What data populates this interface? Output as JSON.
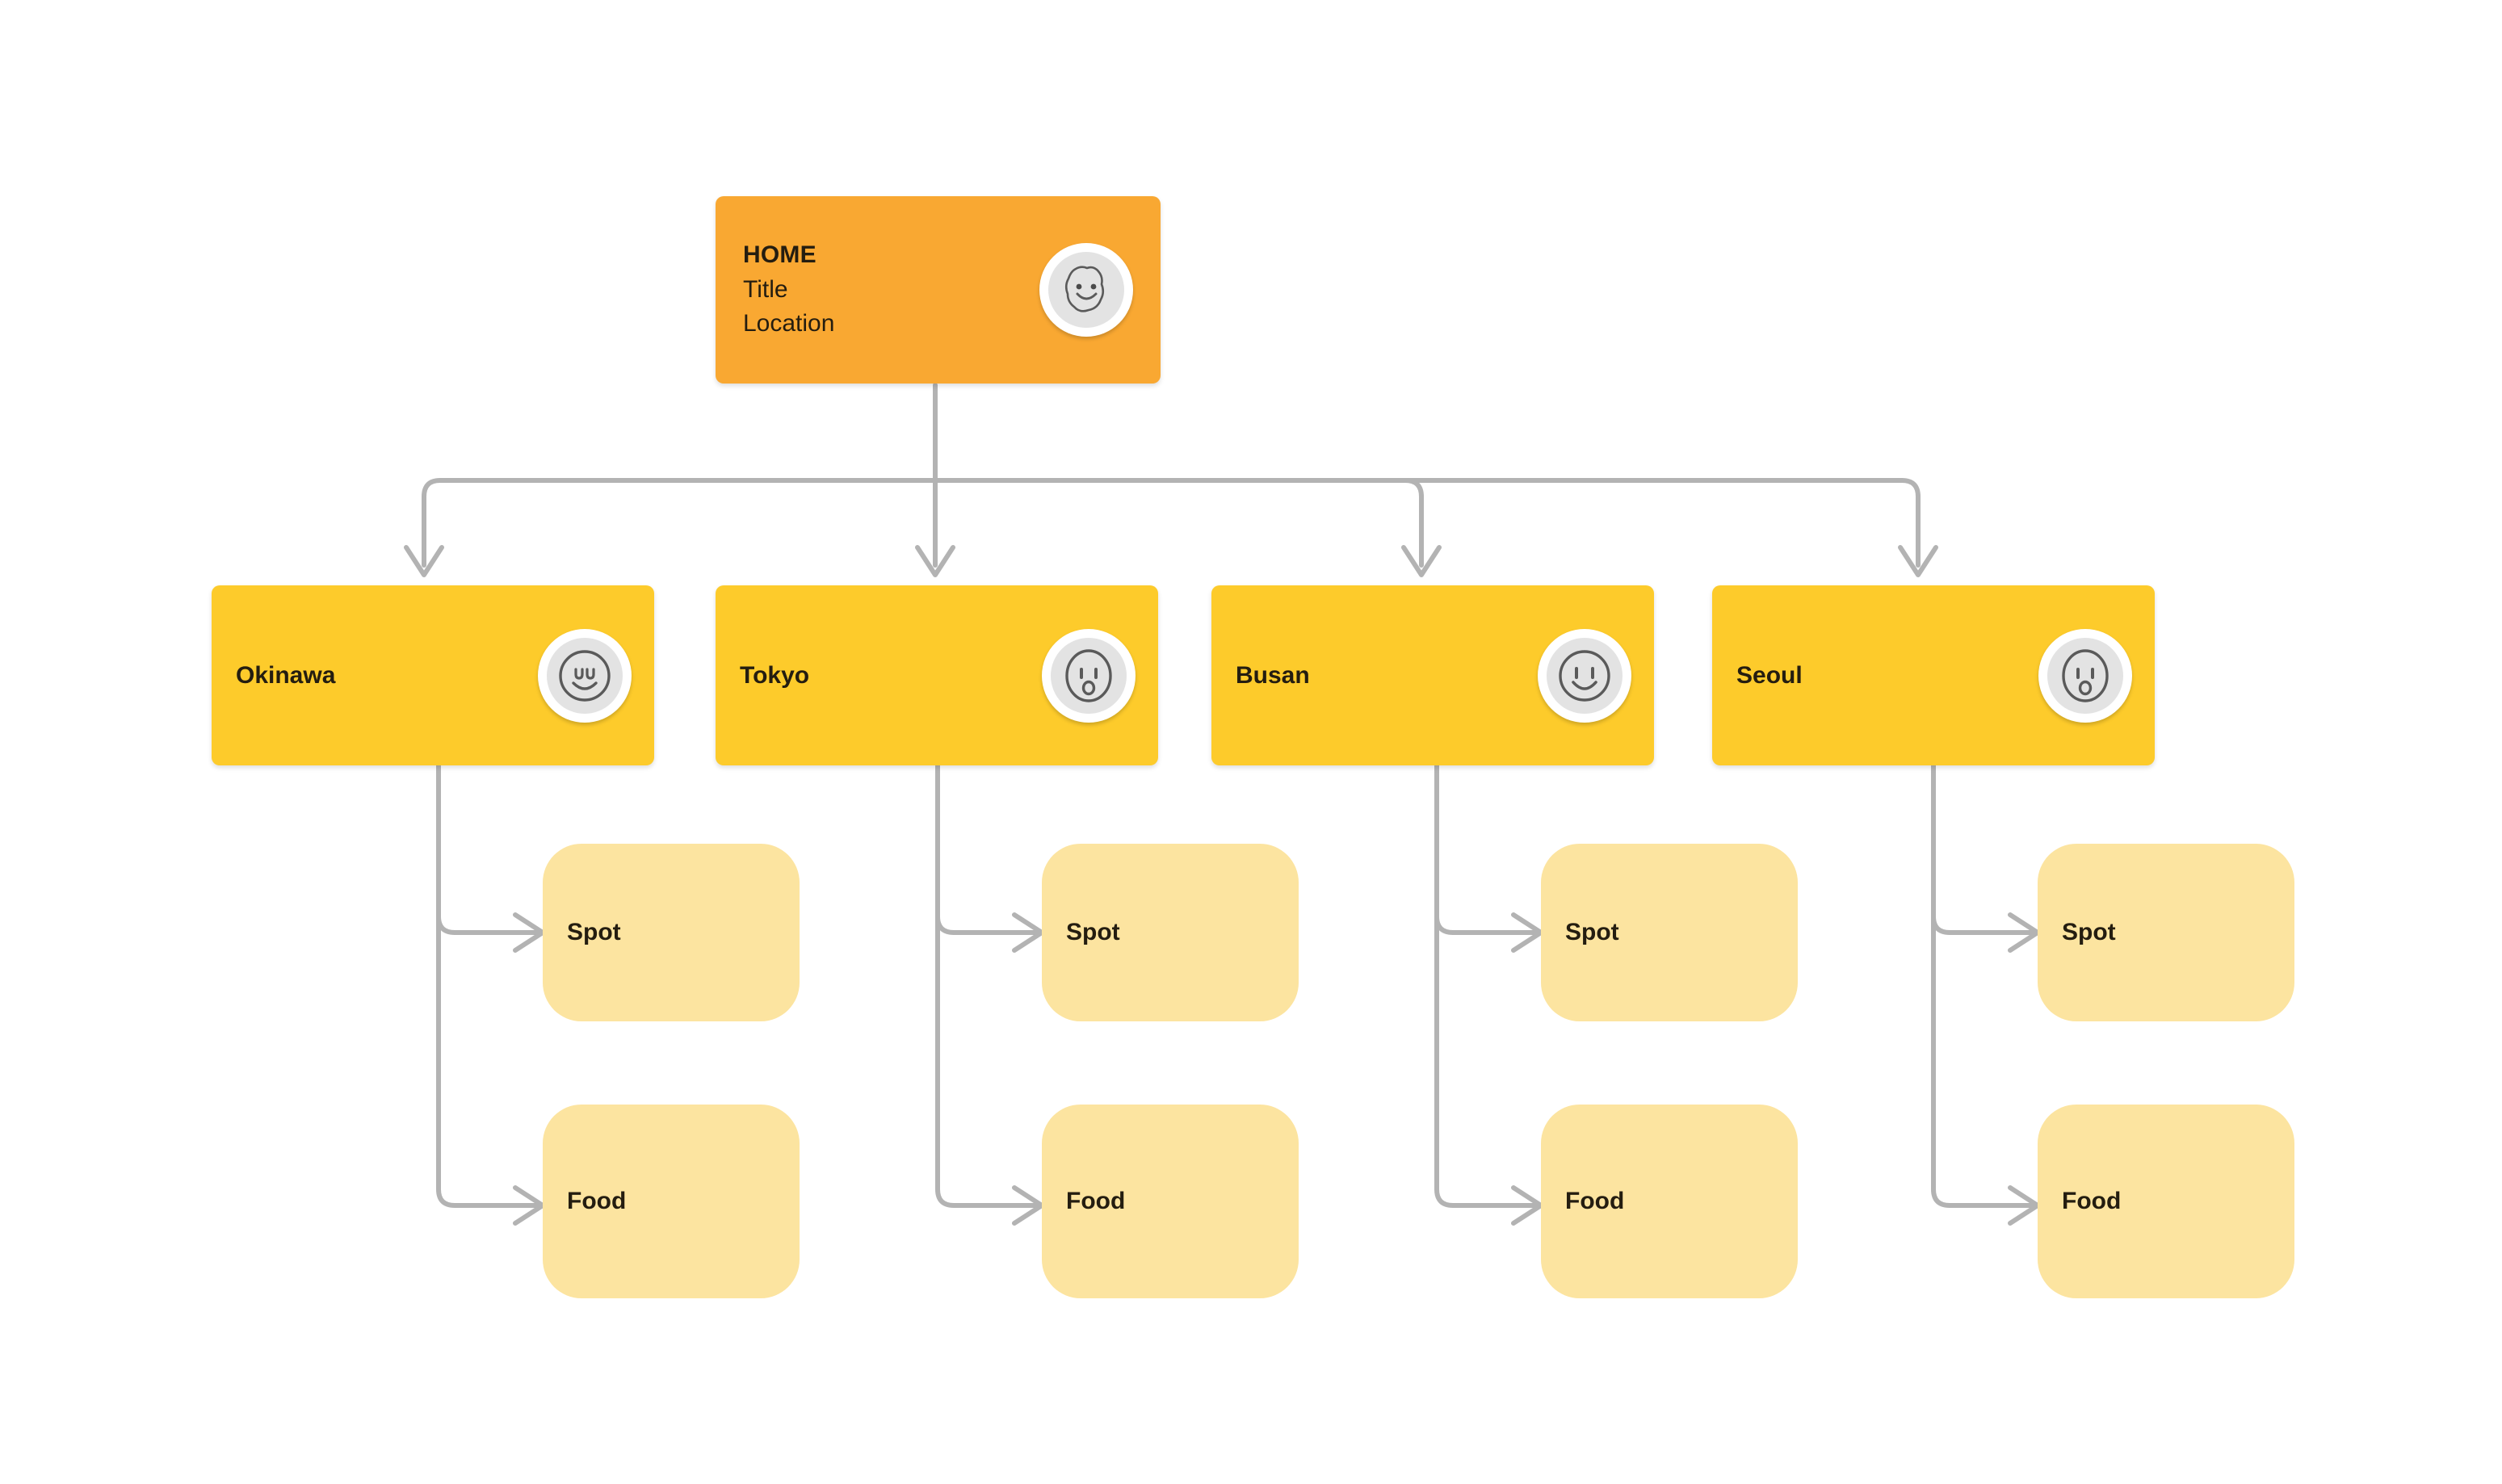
{
  "diagram": {
    "type": "sitemap-tree",
    "background_color": "#FFFFFF",
    "connector_color": "#B3B3B3",
    "root": {
      "name": "home-card",
      "title": "HOME",
      "line2": "Title",
      "line3": "Location",
      "color": "#F9A832",
      "avatar_icon": "blob-smiley-face-icon"
    },
    "cities": [
      {
        "label": "Okinawa",
        "color": "#FDCB2B",
        "avatar_icon": "happy-closed-eyes-face-icon",
        "children": [
          {
            "label": "Spot"
          },
          {
            "label": "Food"
          }
        ]
      },
      {
        "label": "Tokyo",
        "color": "#FDCB2B",
        "avatar_icon": "surprised-face-icon",
        "children": [
          {
            "label": "Spot"
          },
          {
            "label": "Food"
          }
        ]
      },
      {
        "label": "Busan",
        "color": "#FDCB2B",
        "avatar_icon": "smiley-face-icon",
        "children": [
          {
            "label": "Spot"
          },
          {
            "label": "Food"
          }
        ]
      },
      {
        "label": "Seoul",
        "color": "#FDCB2B",
        "avatar_icon": "surprised-face-icon",
        "children": [
          {
            "label": "Spot"
          },
          {
            "label": "Food"
          }
        ]
      }
    ],
    "leaf_color": "#FCE4A0"
  }
}
